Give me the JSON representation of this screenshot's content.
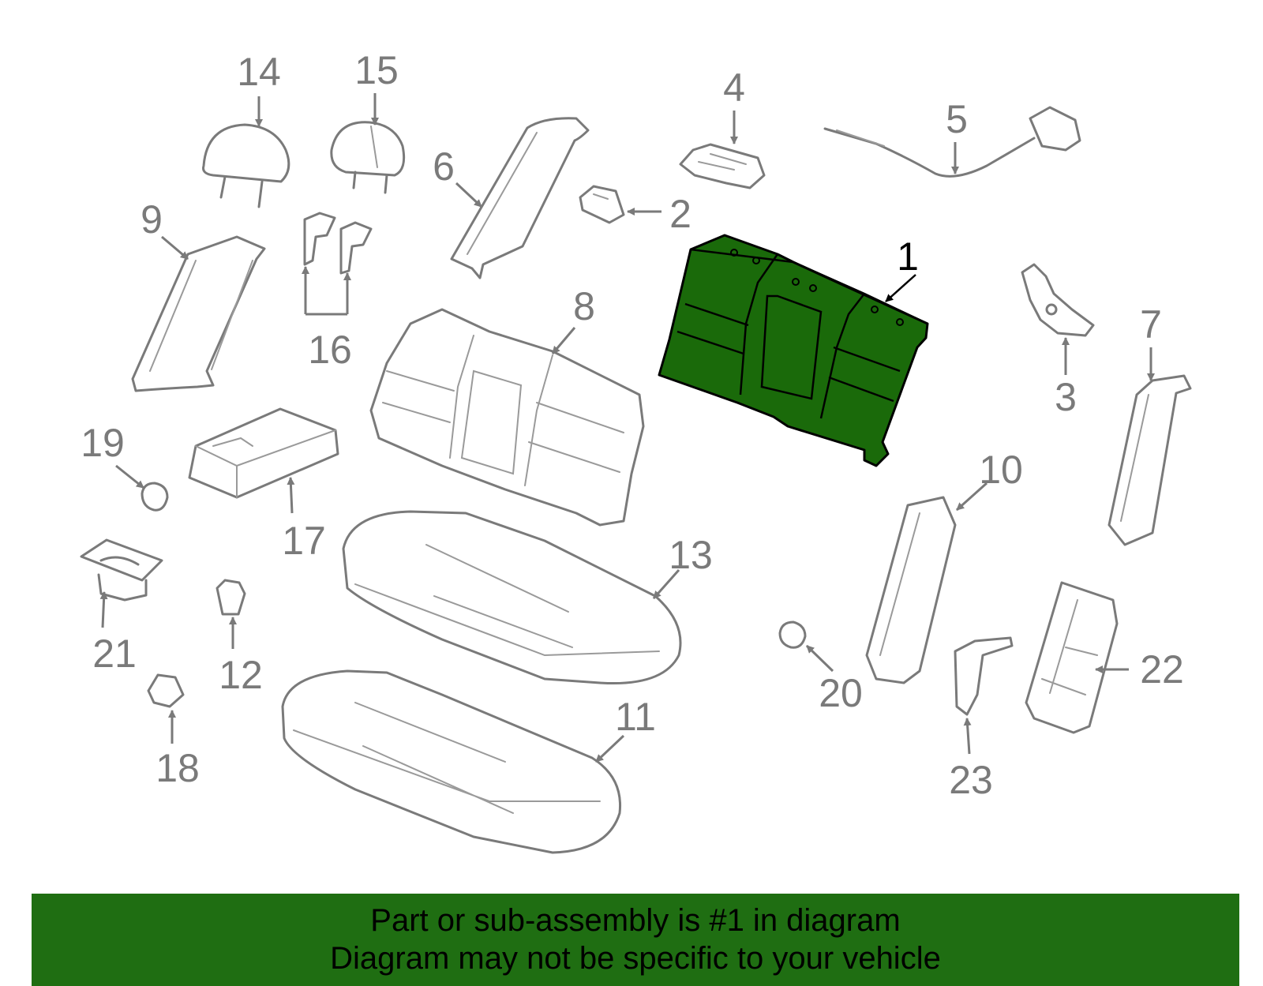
{
  "colors": {
    "highlight": "#1a6a0a",
    "banner": "#1f6e12",
    "line": "#7a7a7a"
  },
  "callouts": {
    "c1": "1",
    "c2": "2",
    "c3": "3",
    "c4": "4",
    "c5": "5",
    "c6": "6",
    "c7": "7",
    "c8": "8",
    "c9": "9",
    "c10": "10",
    "c11": "11",
    "c12": "12",
    "c13": "13",
    "c14": "14",
    "c15": "15",
    "c16": "16",
    "c17": "17",
    "c18": "18",
    "c19": "19",
    "c20": "20",
    "c21": "21",
    "c22": "22",
    "c23": "23"
  },
  "banner": {
    "line1": "Part or sub-assembly is #1 in diagram",
    "line2": "Diagram may not be specific to your vehicle"
  }
}
